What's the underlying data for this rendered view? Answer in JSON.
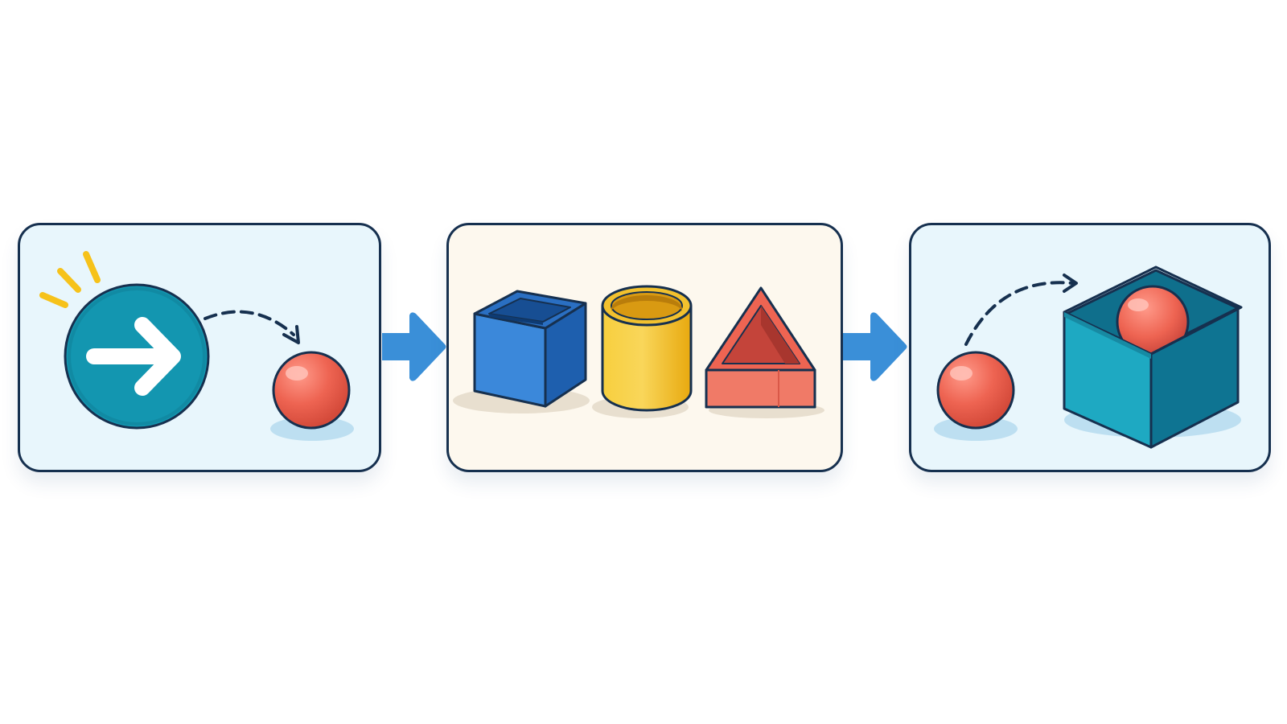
{
  "colors": {
    "panel_border": "#16304f",
    "panel_blue_bg": "#e8f6fc",
    "panel_cream_bg": "#fdf8ee",
    "flow_arrow": "#3a8fd8",
    "teal_button": "#1396b0",
    "ball_red": "#ee6452",
    "cube_blue": "#2f7fd4",
    "cylinder_yellow": "#f2c12e",
    "prism_red": "#ee6452",
    "box_teal": "#1ea9c2",
    "spark_yellow": "#f6c21a"
  },
  "panels": [
    {
      "id": "trigger",
      "bg": "#e8f6fc",
      "icons": [
        "arrow-right-button-icon",
        "red-ball-icon"
      ]
    },
    {
      "id": "shapes",
      "bg": "#fdf8ee",
      "icons": [
        "blue-open-cube-icon",
        "yellow-cylinder-icon",
        "red-triangular-prism-icon"
      ]
    },
    {
      "id": "placement",
      "bg": "#e8f6fc",
      "icons": [
        "red-ball-icon",
        "teal-open-box-icon"
      ]
    }
  ],
  "flow_arrows": [
    "flow-arrow-right-icon",
    "flow-arrow-right-icon"
  ]
}
